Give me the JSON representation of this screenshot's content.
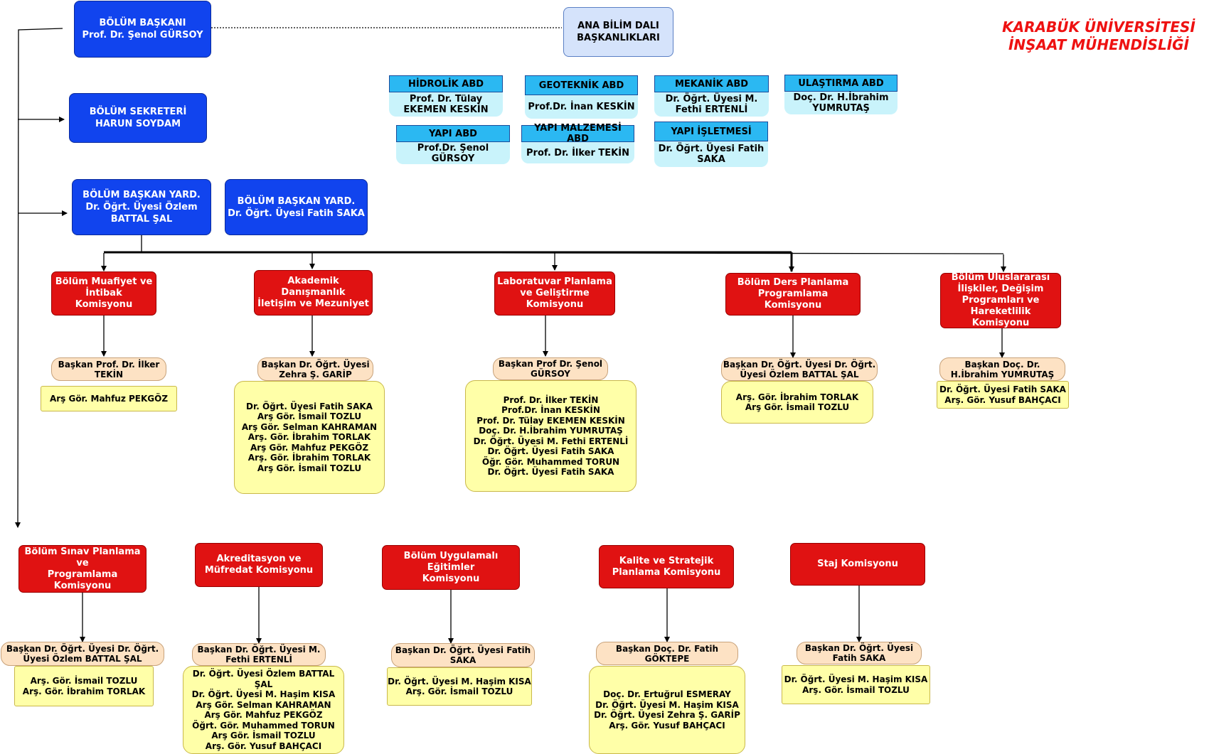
{
  "title": {
    "line1": "KARABÜK ÜNİVERSİTESİ",
    "line2": "İNŞAAT MÜHENDİSLİĞİ"
  },
  "management": {
    "head": "BÖLÜM BAŞKANI\nProf. Dr. Şenol GÜRSOY",
    "secretary": "BÖLÜM SEKRETERİ\nHARUN SOYDAM",
    "deputy1": "BÖLÜM BAŞKAN YARD.\nDr. Öğrt. Üyesi Özlem\nBATTAL ŞAL",
    "deputy2": "BÖLÜM BAŞKAN YARD.\nDr. Öğrt. Üyesi Fatih SAKA",
    "abd_heads": "ANA BİLİM DALI\nBAŞKANLIKLARI"
  },
  "departments": [
    {
      "name": "HİDROLİK ABD",
      "head": "Prof. Dr. Tülay\nEKEMEN KESKİN"
    },
    {
      "name": "GEOTEKNİK ABD",
      "head": "Prof.Dr. İnan KESKİN"
    },
    {
      "name": "MEKANİK ABD",
      "head": "Dr. Öğrt. Üyesi M.\nFethi ERTENLİ"
    },
    {
      "name": "ULAŞTIRMA ABD",
      "head": "Doç. Dr. H.İbrahim\nYUMRUTAŞ"
    },
    {
      "name": "YAPI ABD",
      "head": "Prof.Dr. Şenol\nGÜRSOY"
    },
    {
      "name": "YAPI MALZEMESİ ABD",
      "head": "Prof. Dr. İlker TEKİN"
    },
    {
      "name": "YAPI İŞLETMESİ",
      "head": "Dr. Öğrt. Üyesi Fatih\nSAKA"
    }
  ],
  "commissions": [
    {
      "name": "Bölüm Muafiyet ve\nİntibak\nKomisyonu",
      "chair": "Başkan Prof. Dr. İlker\nTEKİN",
      "members": [
        "Arş Gör. Mahfuz PEKGÖZ"
      ]
    },
    {
      "name": "Akademik Danışmanlık\nİletişim ve Mezuniyet",
      "chair": "Başkan Dr. Öğrt. Üyesi\nZehra Ş. GARİP",
      "members": [
        "Dr. Öğrt. Üyesi Fatih SAKA",
        "Arş Gör. İsmail TOZLU",
        "Arş Gör. Selman KAHRAMAN",
        "Arş. Gör. İbrahim TORLAK",
        "Arş Gör. Mahfuz PEKGÖZ",
        "Arş. Gör. İbrahim TORLAK",
        "Arş Gör. İsmail TOZLU"
      ]
    },
    {
      "name": "Laboratuvar Planlama\nve  Geliştirme\nKomisyonu",
      "chair": "Başkan Prof Dr. Şenol\nGÜRSOY",
      "members": [
        "Prof. Dr. İlker TEKİN",
        "Prof.Dr. İnan KESKİN",
        "Prof. Dr. Tülay EKEMEN KESKİN",
        "Doç. Dr.  H.İbrahim YUMRUTAŞ",
        "Dr. Öğrt. Üyesi M. Fethi ERTENLİ",
        "Dr. Öğrt. Üyesi Fatih SAKA",
        "Öğr. Gör. Muhammed TORUN",
        "Dr. Öğrt. Üyesi Fatih SAKA"
      ]
    },
    {
      "name": "Bölüm Ders Planlama\nProgramlama\nKomisyonu",
      "chair": "Başkan Dr. Öğrt. Üyesi Dr. Öğrt.\nÜyesi Özlem BATTAL ŞAL",
      "members": [
        "Arş. Gör. İbrahim TORLAK",
        "Arş Gör. İsmail TOZLU"
      ]
    },
    {
      "name": "Bölüm Uluslararası\nİlişkiler, Değişim\nProgramları ve\nHareketlilik Komisyonu",
      "chair": "Başkan Doç. Dr.\nH.İbrahim YUMRUTAŞ",
      "members": [
        "Dr. Öğrt. Üyesi Fatih SAKA",
        "Arş. Gör. Yusuf BAHÇACI"
      ]
    },
    {
      "name": "Bölüm Sınav Planlama ve\nProgramlama\nKomisyonu",
      "chair": "Başkan Dr. Öğrt. Üyesi Dr. Öğrt.\nÜyesi Özlem BATTAL ŞAL",
      "members": [
        "Arş. Gör. İsmail TOZLU",
        "Arş. Gör. İbrahim TORLAK"
      ]
    },
    {
      "name": "Akreditasyon ve\nMüfredat Komisyonu",
      "chair": "Başkan Dr. Öğrt. Üyesi M.\nFethi ERTENLİ",
      "members": [
        "Dr. Öğrt. Üyesi Özlem BATTAL ŞAL",
        "Dr. Öğrt. Üyesi M. Haşim KISA",
        "Arş Gör. Selman KAHRAMAN",
        "Arş Gör. Mahfuz PEKGÖZ",
        "Öğrt. Gör. Muhammed TORUN",
        "Arş Gör. İsmail TOZLU",
        "Arş. Gör. Yusuf BAHÇACI"
      ]
    },
    {
      "name": "Bölüm Uygulamalı Eğitimler\nKomisyonu",
      "chair": "Başkan Dr. Öğrt. Üyesi Fatih\nSAKA",
      "members": [
        "Dr. Öğrt. Üyesi M. Haşim KISA",
        "Arş. Gör. İsmail TOZLU"
      ]
    },
    {
      "name": "Kalite ve Stratejik\nPlanlama Komisyonu",
      "chair": "Başkan Doç. Dr. Fatih\nGÖKTEPE",
      "members": [
        "Doç. Dr. Ertuğrul ESMERAY",
        "Dr. Öğrt. Üyesi M. Haşim KISA",
        "Dr. Öğrt. Üyesi Zehra Ş. GARİP",
        "Arş. Gör. Yusuf BAHÇACI"
      ]
    },
    {
      "name": "Staj Komisyonu",
      "chair": "Başkan Dr. Öğrt. Üyesi\nFatih SAKA",
      "members": [
        "Dr. Öğrt. Üyesi M. Haşim KISA",
        "Arş. Gör. İsmail TOZLU"
      ]
    }
  ]
}
